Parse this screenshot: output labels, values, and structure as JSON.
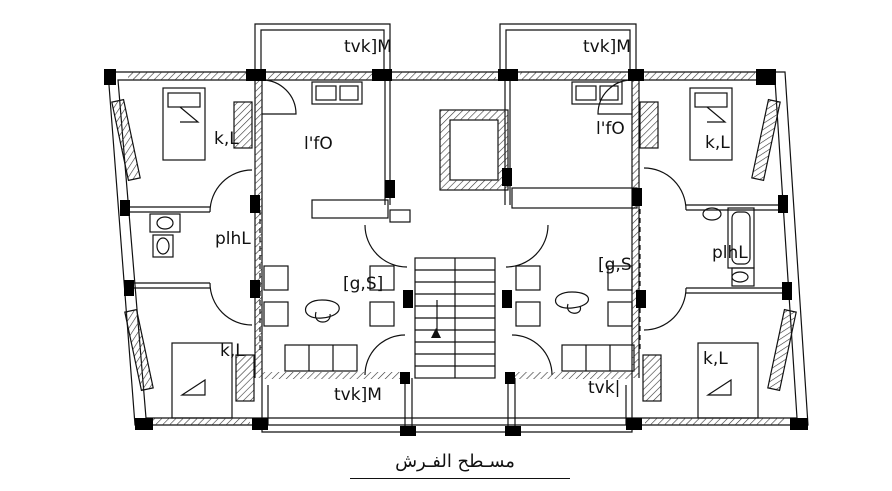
{
  "drawing": {
    "title": "مسـطح الفـرش",
    "labels": {
      "balcony_left_top": "tvk]M",
      "balcony_right_top": "tvk]M",
      "balcony_left_bottom": "tvk]M",
      "balcony_right_bottom": "tvk|",
      "bedroom_left_top": "k,L",
      "bedroom_right_top": "k,L",
      "bedroom_left_bottom": "k,L",
      "bedroom_right_bottom": "k,L",
      "kitchen_left": "l'fO",
      "kitchen_right": "l'fO",
      "bath_left": "plhL",
      "bath_right": "plhL",
      "reception_left": "[g,S]",
      "reception_right": "[g,S"
    },
    "colors": {
      "line": "#111111",
      "hatch": "#333333",
      "fill": "#000000"
    }
  }
}
